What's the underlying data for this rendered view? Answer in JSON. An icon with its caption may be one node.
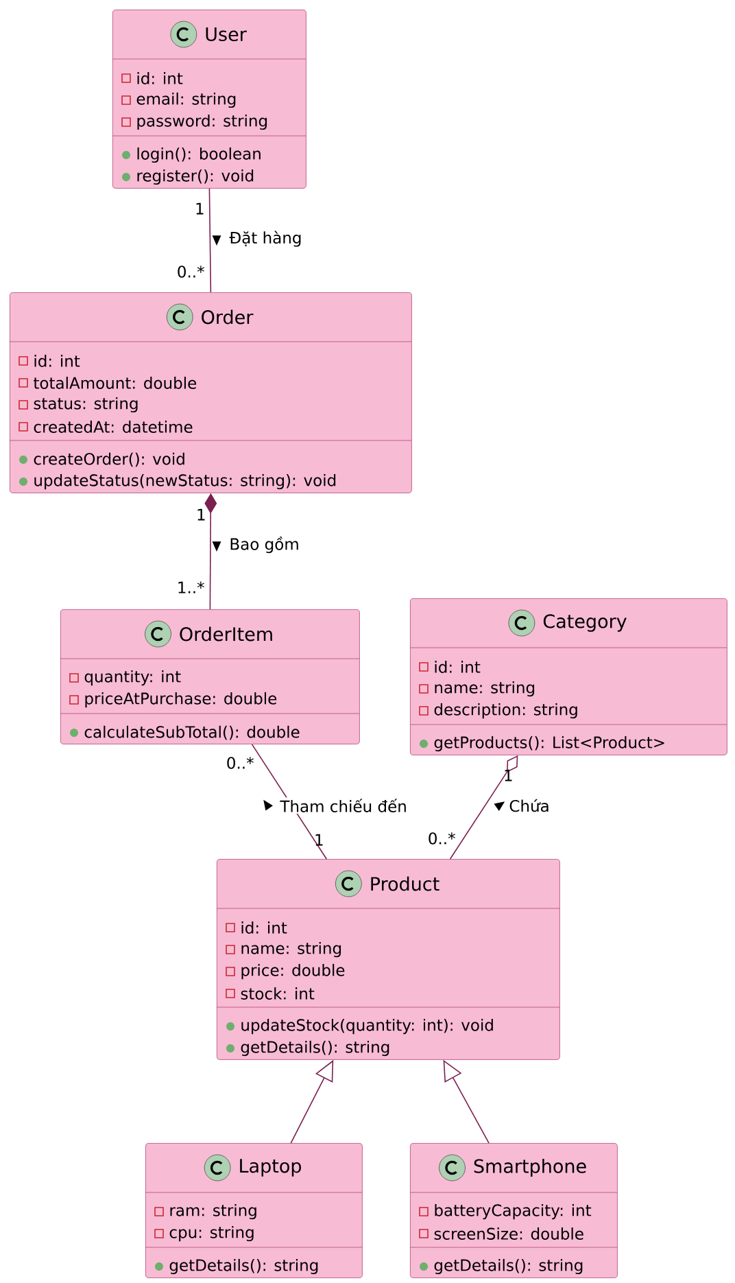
{
  "diagram": {
    "nodes": [
      {
        "text": [
          "User",
          "id: int",
          "email: string",
          "password: string",
          "login(): boolean",
          "register(): void"
        ]
      },
      {
        "text": [
          "Order",
          "id: int",
          "totalAmount: double",
          "status: string",
          "createdAt: datetime",
          "createOrder(): void",
          "updateStatus(newStatus: string): void"
        ]
      },
      {
        "text": [
          "OrderItem",
          "quantity: int",
          "priceAtPurchase: double",
          "calculateSubTotal(): double"
        ]
      },
      {
        "text": [
          "Category",
          "id: int",
          "name: string",
          "description: string",
          "getProducts(): List<Product>"
        ]
      },
      {
        "text": [
          "Product",
          "id: int",
          "name: string",
          "price: double",
          "stock: int",
          "updateStock(quantity: int): void",
          "getDetails(): string"
        ]
      },
      {
        "text": [
          "Laptop",
          "ram: string",
          "cpu: string",
          "getDetails(): string"
        ]
      },
      {
        "text": [
          "Smartphone",
          "batteryCapacity: int",
          "screenSize: double",
          "getDetails(): string"
        ]
      }
    ],
    "edges": [
      {
        "from": 0,
        "to": 1,
        "arrow": "none",
        "label": "Đặt hàng"
      },
      {
        "from": 1,
        "to": 2,
        "arrow": "other",
        "label": "Bao gồm"
      },
      {
        "from": 2,
        "to": 4,
        "arrow": "none",
        "label": "Tham chiếu đến"
      },
      {
        "from": 3,
        "to": 4,
        "arrow": "other",
        "label": "Chứa"
      },
      {
        "from": 5,
        "to": 4,
        "arrow": "to"
      },
      {
        "from": 6,
        "to": 4,
        "arrow": "to"
      }
    ],
    "labels": [
      "1",
      "0..*",
      "1",
      "1..*",
      "0..*",
      "1",
      "1",
      "0..*"
    ]
  }
}
